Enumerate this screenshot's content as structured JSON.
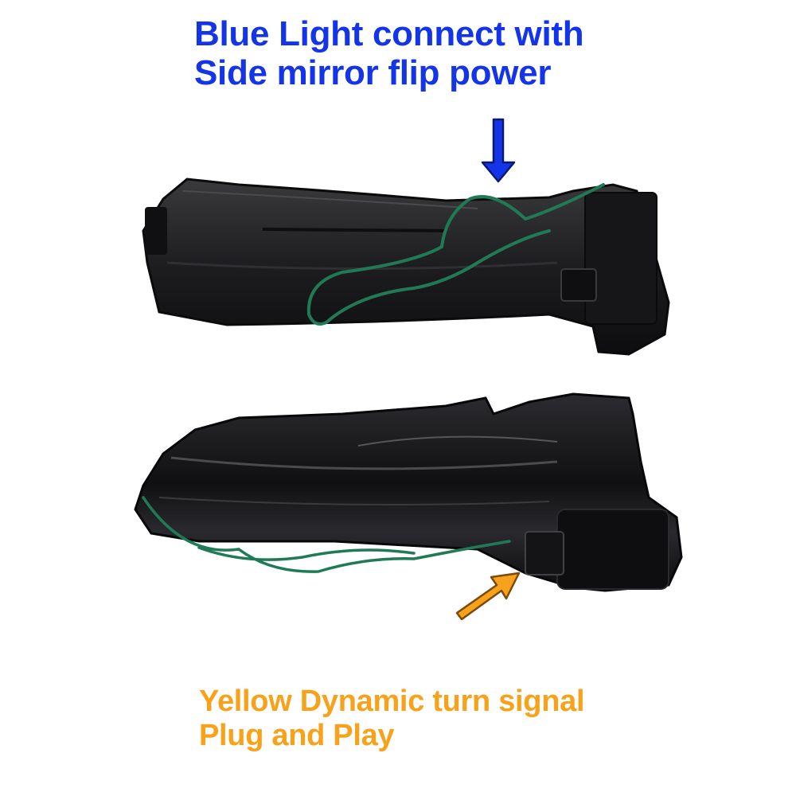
{
  "top_caption": {
    "line1": "Blue Light connect with",
    "line2": "Side mirror flip power",
    "color": "#1434e8"
  },
  "bottom_caption": {
    "line1": "Yellow Dynamic turn signal",
    "line2": "Plug and Play",
    "color": "#f7a21a"
  },
  "colors": {
    "housing": "#1c1c1e",
    "wire": "#1f7a55",
    "blue_arrow": "#1434e8",
    "orange_arrow": "#f7a21a"
  },
  "icons": [
    "down-arrow-icon",
    "diagonal-arrow-icon"
  ]
}
